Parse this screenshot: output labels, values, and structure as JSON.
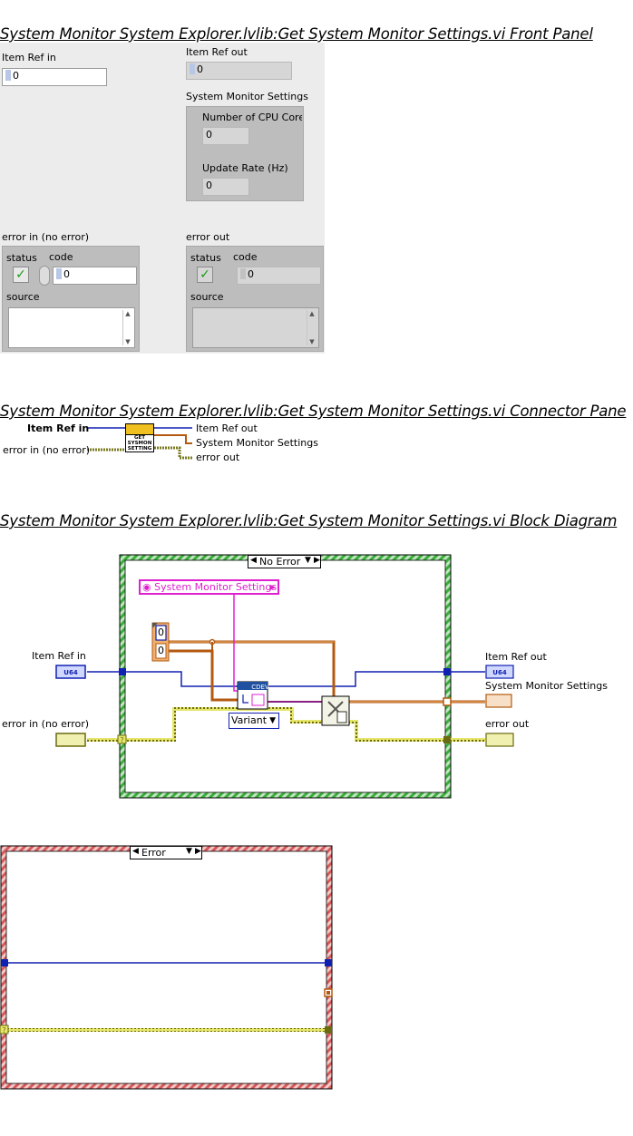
{
  "titles": {
    "front_panel": "System Monitor System Explorer.lvlib:Get System Monitor Settings.vi Front Panel",
    "connector_pane": "System Monitor System Explorer.lvlib:Get System Monitor Settings.vi Connector Pane",
    "block_diagram": "System Monitor System Explorer.lvlib:Get System Monitor Settings.vi Block Diagram"
  },
  "front_panel": {
    "item_ref_in": {
      "label": "Item Ref in",
      "value": "0"
    },
    "item_ref_out": {
      "label": "Item Ref out",
      "value": "0"
    },
    "settings": {
      "label": "System Monitor Settings",
      "cpu_label": "Number of CPU Core",
      "cpu_value": "0",
      "rate_label": "Update Rate (Hz)",
      "rate_value": "0"
    },
    "error_in": {
      "label": "error in (no error)",
      "status_label": "status",
      "code_label": "code",
      "code_value": "0",
      "source_label": "source"
    },
    "error_out": {
      "label": "error out",
      "status_label": "status",
      "code_label": "code",
      "code_value": "0",
      "source_label": "source"
    },
    "colors": {
      "panel": "#ececec",
      "cluster": "#bdbdbd",
      "check": "#1a9a1a"
    }
  },
  "connector_pane": {
    "inputs": [
      "Item Ref in",
      "error in (no error)"
    ],
    "outputs": [
      "Item Ref out",
      "System Monitor Settings",
      "error out"
    ],
    "icon_text": [
      "GET",
      "SYSMON",
      "SETTING"
    ]
  },
  "block_diagram": {
    "case_no_error": "No Error",
    "case_error": "Error",
    "constant_name": "System Monitor Settings",
    "constants": [
      "0",
      "0"
    ],
    "type_selector": "Variant",
    "node_text": "CDEV",
    "inputs": {
      "item_ref_in": "Item Ref in",
      "error_in": "error in (no error)"
    },
    "outputs": {
      "item_ref_out": "Item Ref out",
      "settings": "System Monitor Settings",
      "error_out": "error out"
    },
    "type_tags": {
      "u64": "U64"
    },
    "colors": {
      "no_error_border": "#3cae3c",
      "error_border": "#d45a5a",
      "blue_wire": "#1020b0",
      "orange_wire": "#b35a10",
      "error_wire": "#7a7a20",
      "pink": "#e020d0"
    }
  }
}
